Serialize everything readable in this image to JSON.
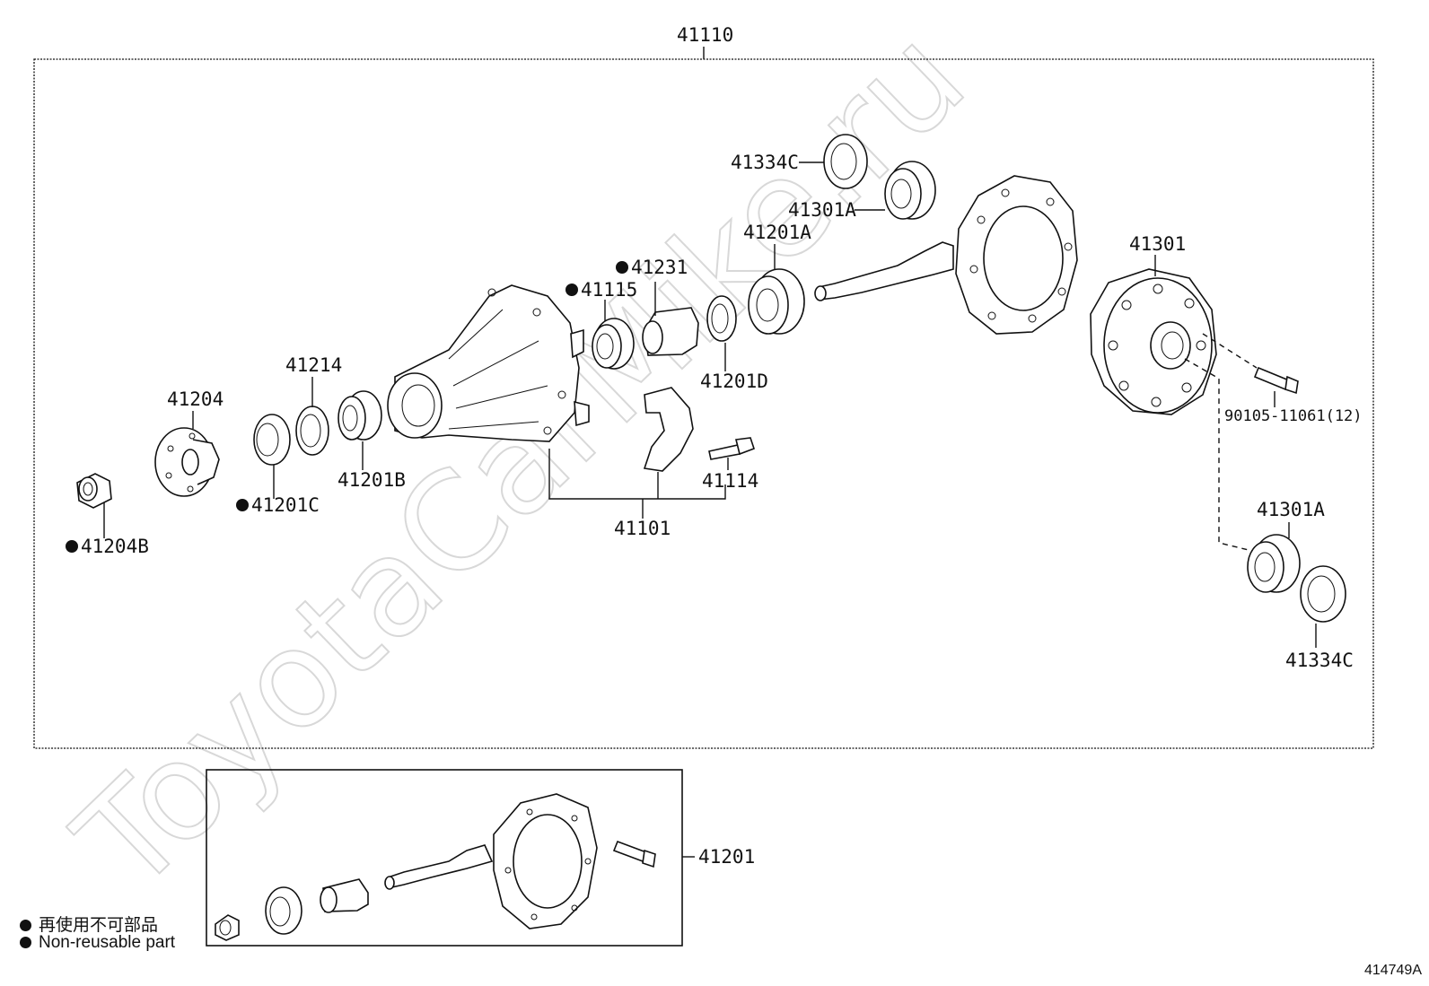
{
  "watermark": "ToyotaCarMike.ru",
  "assembly_label": "41110",
  "sub_assembly_label": "41201",
  "parts": {
    "p41334c_top": "41334C",
    "p41301a_top": "41301A",
    "p41201a": "41201A",
    "p41231": "41231",
    "p41115": "41115",
    "p41301": "41301",
    "p41214": "41214",
    "p41204": "41204",
    "p41201d": "41201D",
    "p41201b": "41201B",
    "p41201c": "41201C",
    "p41204b": "41204B",
    "p41114": "41114",
    "p41101": "41101",
    "p90105": "90105-11061(12)",
    "p41301a_bottom": "41301A",
    "p41334c_bottom": "41334C"
  },
  "legend": {
    "japanese": "再使用不可部品",
    "english": "Non-reusable part"
  },
  "reference": "414749A"
}
